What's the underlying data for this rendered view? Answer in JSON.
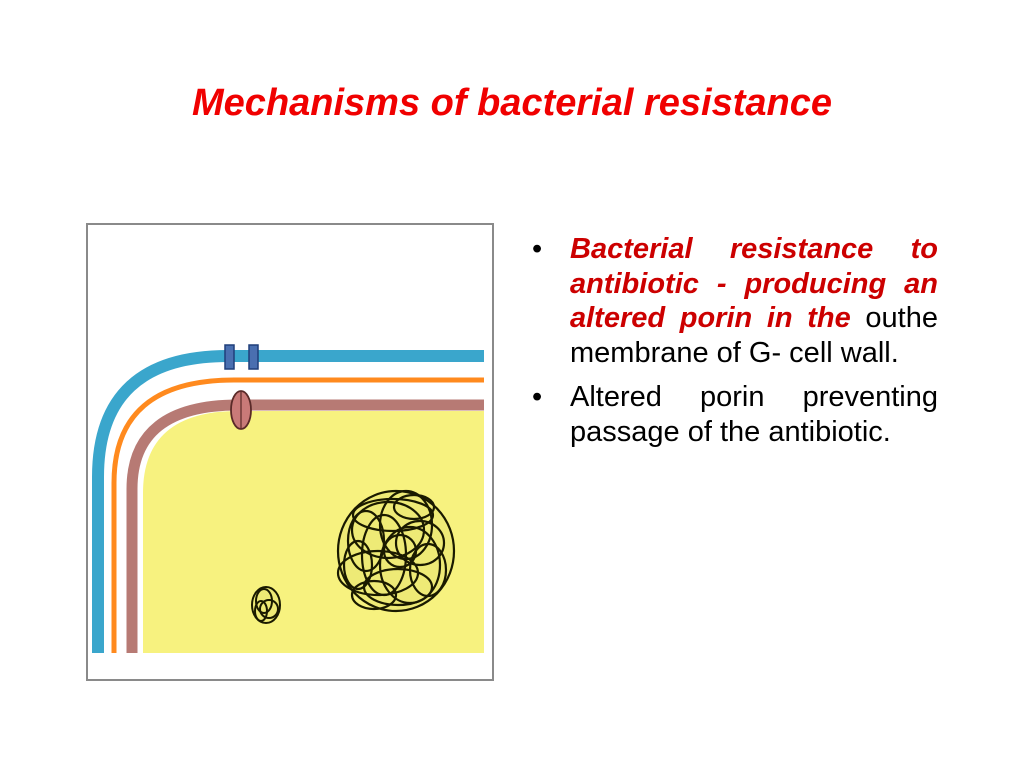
{
  "slide": {
    "title": "Mechanisms of bacterial resistance",
    "bullets": [
      {
        "emphasis": "Bacterial resistance to antibiotic - producing an altered porin in the",
        "text": " outhe membrane of G- cell wall."
      },
      {
        "emphasis": "",
        "text": "Altered porin preventing passage of the antibiotic."
      }
    ],
    "bullet_symbol": "•"
  },
  "diagram": {
    "colors": {
      "outer_membrane": "#3aa6cc",
      "cell_wall": "#ff8a1e",
      "inner_membrane": "#b77a74",
      "cytoplasm": "#f7f27f",
      "porin": "#4a6fb0",
      "altered_porin": "#c97a78",
      "dna": "#1a1a00"
    }
  }
}
